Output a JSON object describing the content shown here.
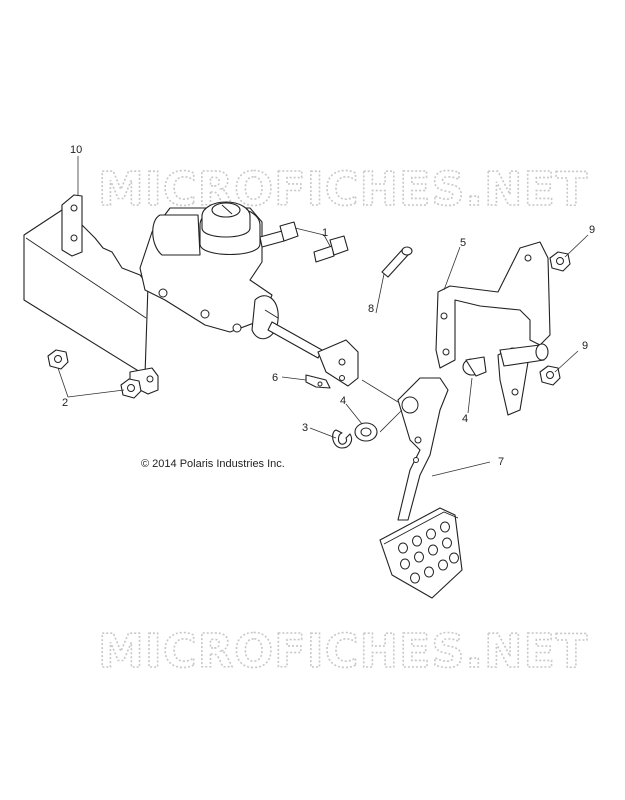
{
  "watermark": {
    "top": "MICROFICHES.NET",
    "bottom": "MICROFICHES.NET"
  },
  "copyright": "© 2014 Polaris Industries Inc.",
  "callouts": [
    {
      "id": "1",
      "label": "1"
    },
    {
      "id": "2",
      "label": "2"
    },
    {
      "id": "3",
      "label": "3"
    },
    {
      "id": "4a",
      "label": "4"
    },
    {
      "id": "4b",
      "label": "4"
    },
    {
      "id": "5",
      "label": "5"
    },
    {
      "id": "6",
      "label": "6"
    },
    {
      "id": "7",
      "label": "7"
    },
    {
      "id": "8",
      "label": "8"
    },
    {
      "id": "9a",
      "label": "9"
    },
    {
      "id": "9b",
      "label": "9"
    },
    {
      "id": "10",
      "label": "10"
    }
  ]
}
